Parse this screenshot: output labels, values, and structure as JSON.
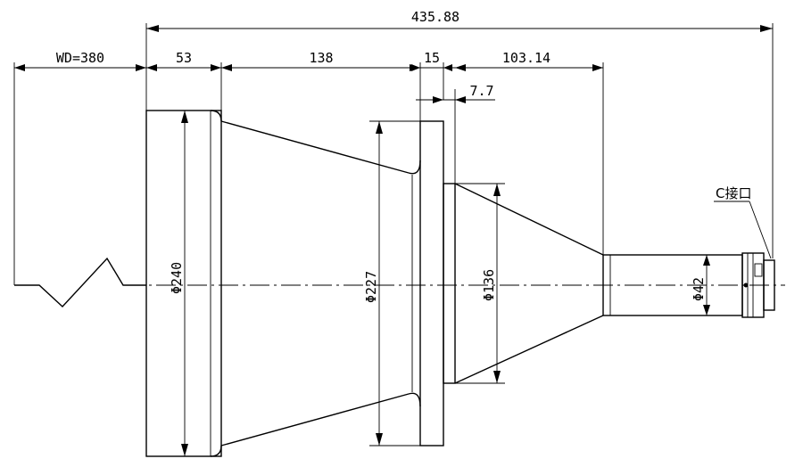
{
  "dimensions": {
    "overall_length": "435.88",
    "working_distance": "WD=380",
    "front_barrel": "53",
    "cone_length": "138",
    "flange_thickness": "15",
    "rear_length": "103.14",
    "step": "7.7"
  },
  "diameters": {
    "front": "Φ240",
    "cone_base": "Φ227",
    "rear_cone": "Φ136",
    "mount": "Φ42"
  },
  "mount_label": "C接口"
}
